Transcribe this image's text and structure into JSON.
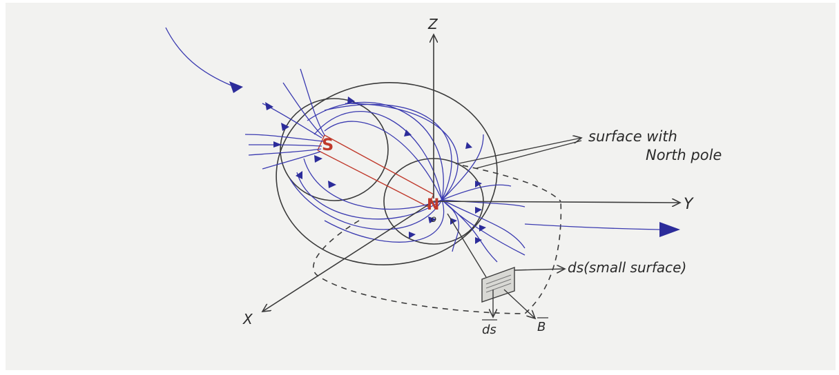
{
  "axes": {
    "z": "Z",
    "y": "Y",
    "x": "X"
  },
  "poles": {
    "south": "S",
    "north": "N",
    "origin": "o"
  },
  "labels": {
    "surface_line1": "surface with",
    "surface_line2": "North pole",
    "ds_label": "ds(small surface)",
    "ds_vector": "ds",
    "b_vector": "B"
  },
  "colors": {
    "field_lines": "#3a3ab0",
    "magnet": "#c0392b",
    "ink": "#3a3a3a",
    "paper": "#f2f2f0"
  }
}
